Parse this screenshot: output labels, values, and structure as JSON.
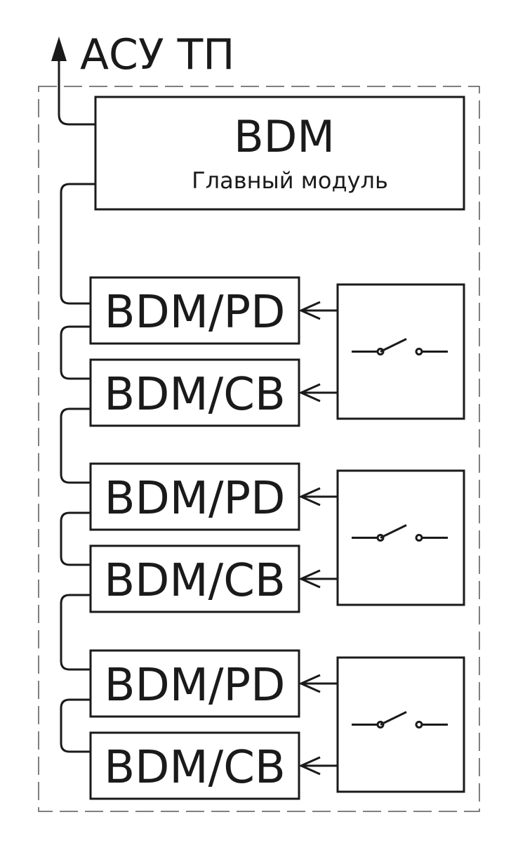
{
  "header": {
    "label": "АСУ ТП"
  },
  "main_module": {
    "name": "BDM",
    "subtitle": "Главный модуль"
  },
  "groups": [
    {
      "modules": [
        "BDM/PD",
        "BDM/CB"
      ],
      "icon": "switch-icon"
    },
    {
      "modules": [
        "BDM/PD",
        "BDM/CB"
      ],
      "icon": "switch-icon"
    },
    {
      "modules": [
        "BDM/PD",
        "BDM/CB"
      ],
      "icon": "switch-icon"
    }
  ],
  "colors": {
    "line": "#1a1a1a",
    "border_dashed": "#555555",
    "background": "#ffffff"
  }
}
